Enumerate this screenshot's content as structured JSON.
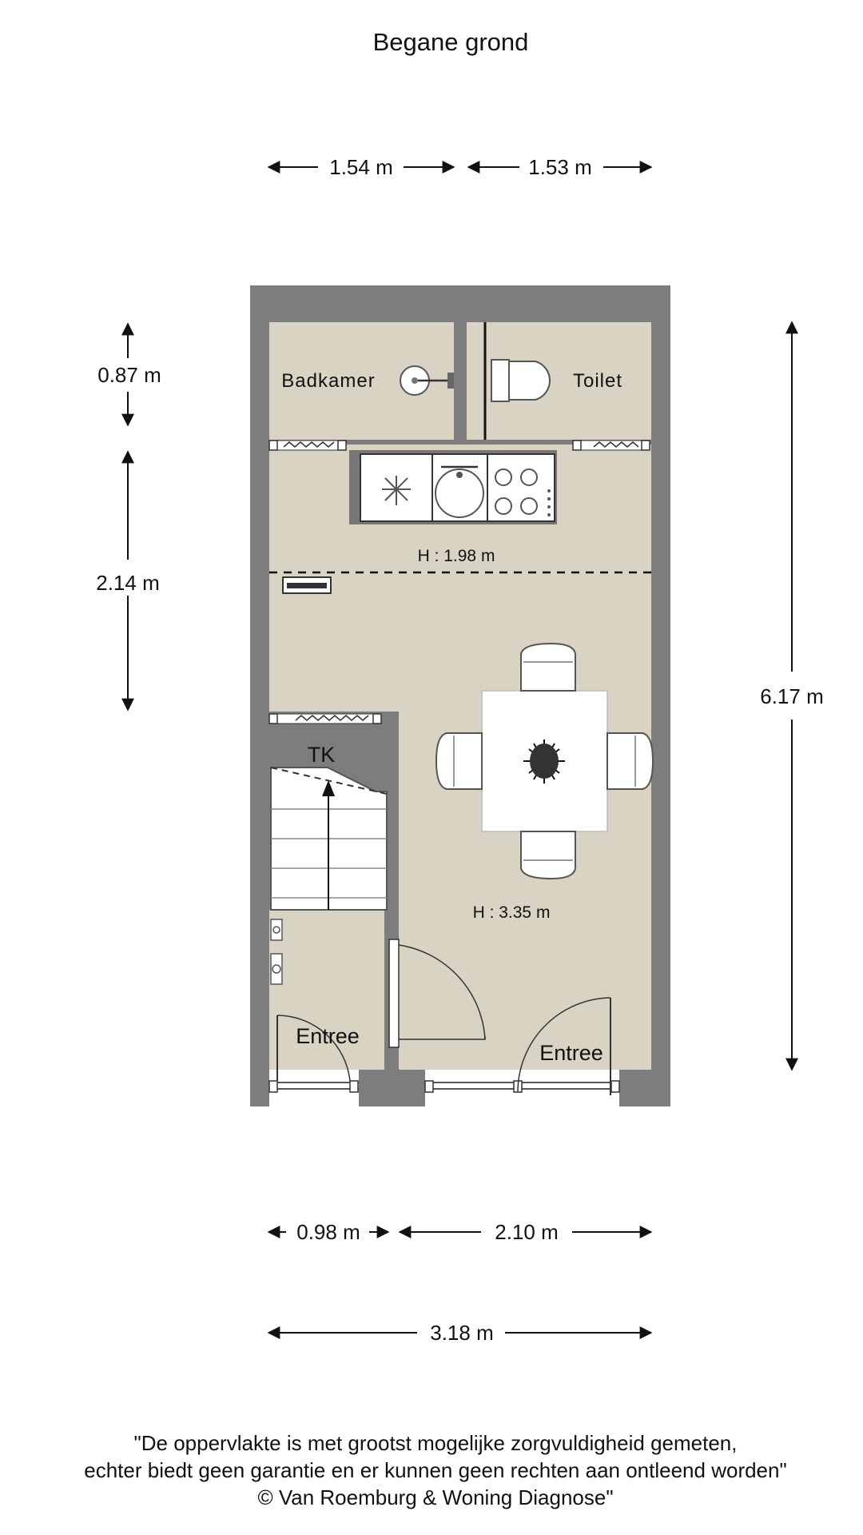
{
  "title": "Begane grond",
  "dimensions": {
    "top_left_width": "1.54 m",
    "top_right_width": "1.53 m",
    "left_upper_height": "0.87 m",
    "left_middle_height": "2.14 m",
    "right_total_height": "6.17 m",
    "bottom_left_width": "0.98 m",
    "bottom_right_width": "2.10 m",
    "bottom_total_width": "3.18 m"
  },
  "rooms": {
    "bathroom": "Badkamer",
    "toilet": "Toilet",
    "stairs": "TK",
    "entrance_left": "Entree",
    "entrance_right": "Entree"
  },
  "heights": {
    "upper": "H : 1.98 m",
    "main": "H : 3.35 m"
  },
  "colors": {
    "wall": "#7d7d7d",
    "floor": "#d9d3c3"
  },
  "disclaimer": {
    "line1": "\"De oppervlakte is met grootst mogelijke zorgvuldigheid gemeten,",
    "line2": "echter biedt geen garantie en er kunnen geen rechten aan ontleend worden\"",
    "line3": "© Van Roemburg & Woning Diagnose\""
  }
}
